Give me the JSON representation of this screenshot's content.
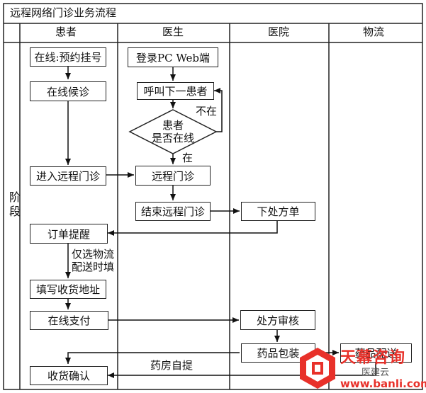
{
  "title": "远程网络门诊业务流程",
  "stage_label": "阶段",
  "lanes": [
    "患者",
    "医生",
    "医院",
    "物流"
  ],
  "boxes": {
    "online_register": "在线:预约挂号",
    "online_wait": "在线候诊",
    "enter_remote": "进入远程门诊",
    "order_remind": "订单提醒",
    "fill_address": "填写收货地址",
    "online_pay": "在线支付",
    "confirm_receipt": "收货确认",
    "doctor_login": "登录PC Web端",
    "call_next": "呼叫下一患者",
    "patient_online_q": "患者\n是否在线",
    "remote_clinic": "远程门诊",
    "end_remote": "结束远程门诊",
    "issue_prescription": "下处方单",
    "prescription_review": "处方审核",
    "drug_packing": "药品包装",
    "drug_delivery": "药品配送"
  },
  "edge_labels": {
    "not_online": "不在",
    "online": "在",
    "logistics_only": "仅选物流",
    "delivery_fill": "配送时填",
    "pharmacy_pickup": "药房自提"
  },
  "watermark": {
    "brand": "天幕咨询",
    "url": "www.banli.com",
    "sub": "医建云"
  }
}
